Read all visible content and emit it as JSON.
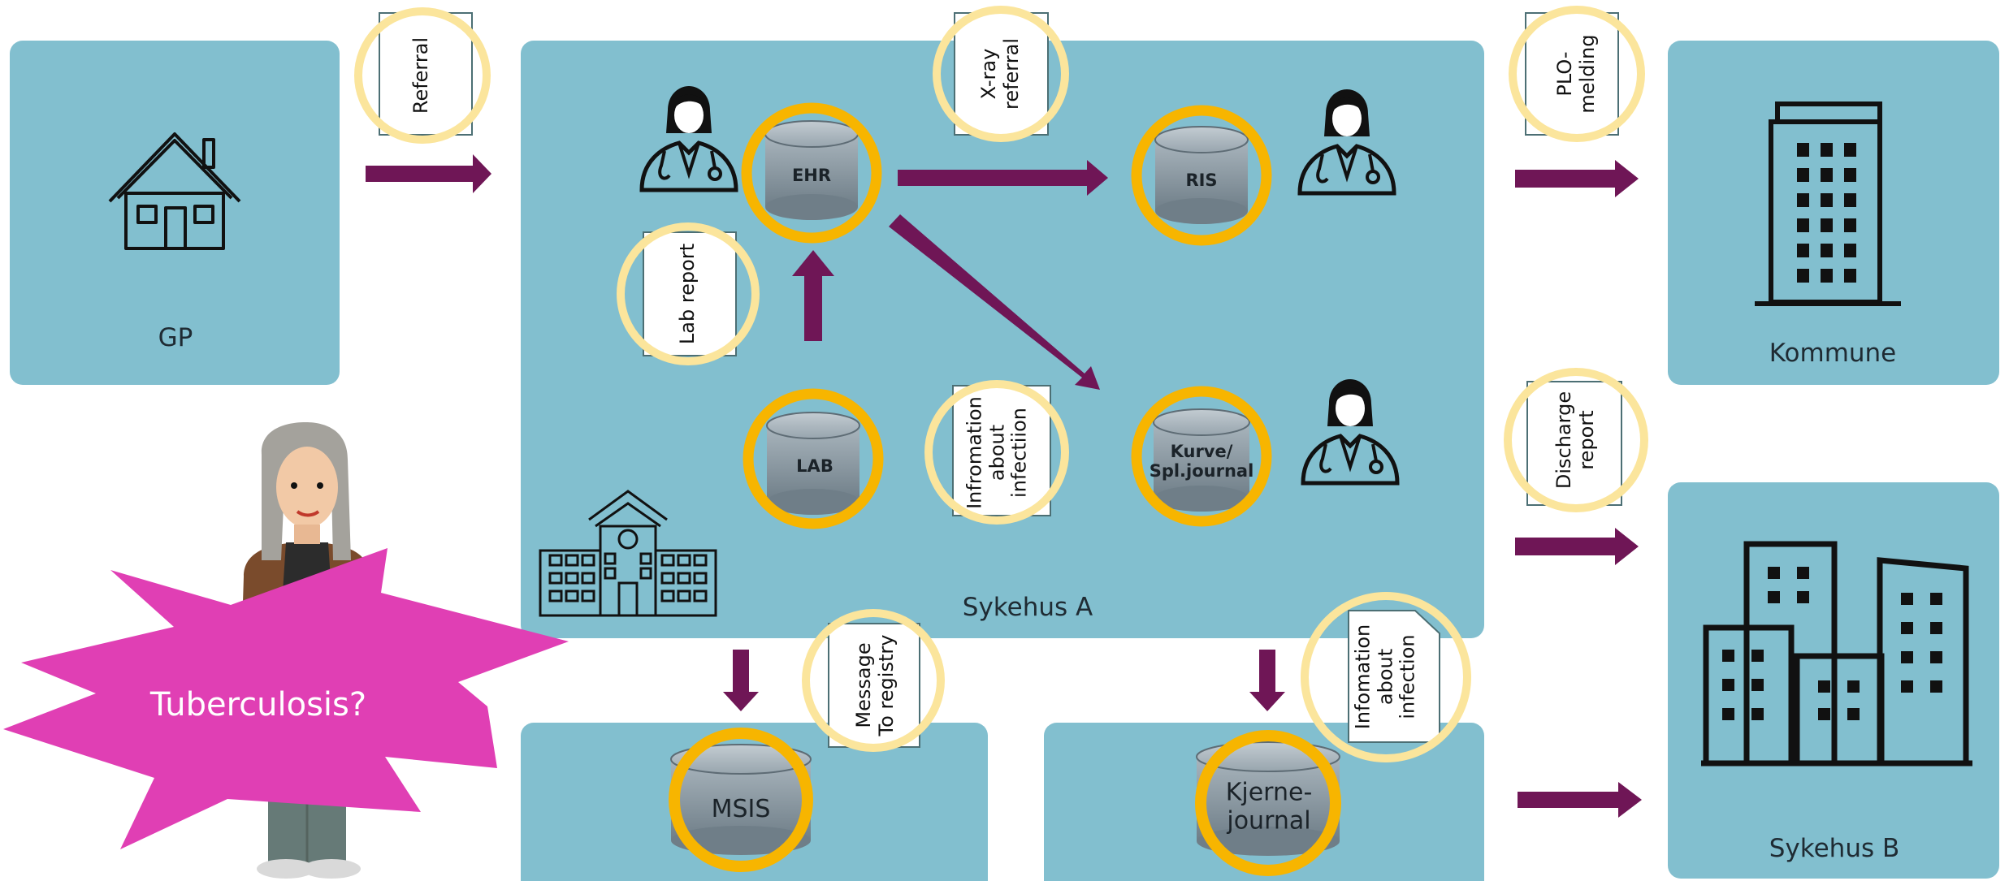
{
  "panels": {
    "gp": "GP",
    "sykehus_a": "Sykehus A",
    "kommune": "Kommune",
    "sykehus_b": "Sykehus B"
  },
  "databases": {
    "ehr": "EHR",
    "ris": "RIS",
    "lab": "LAB",
    "kurve_line1": "Kurve/",
    "kurve_line2": "Spl.journal",
    "msis": "MSIS",
    "kjerne_line1": "Kjerne-",
    "kjerne_line2": "journal"
  },
  "documents": {
    "referral": [
      "Referral"
    ],
    "xray_referral": [
      "X-ray",
      "referral"
    ],
    "plo_melding": [
      "PLO-",
      "melding"
    ],
    "lab_report": [
      "Lab report"
    ],
    "infection_info_a": [
      "Infromation",
      "about",
      "infectiion"
    ],
    "discharge_report": [
      "Discharge",
      "report"
    ],
    "message_registry": [
      "Message",
      "To registry"
    ],
    "infection_info_b": [
      "Infomation",
      "about",
      "infection"
    ]
  },
  "patient": {
    "alert": "Tuberculosis?"
  },
  "colors": {
    "panel": "#82bfcf",
    "arrow": "#6f1656",
    "ring_strong": "#f7b500",
    "ring_light": "#fbe59c",
    "burst": "#e03fb4",
    "cylinder": "#8a98a1"
  },
  "icons": [
    "house-icon",
    "hospital-icon",
    "office-building-icon",
    "city-buildings-icon",
    "doctor-icon",
    "patient-figure"
  ]
}
